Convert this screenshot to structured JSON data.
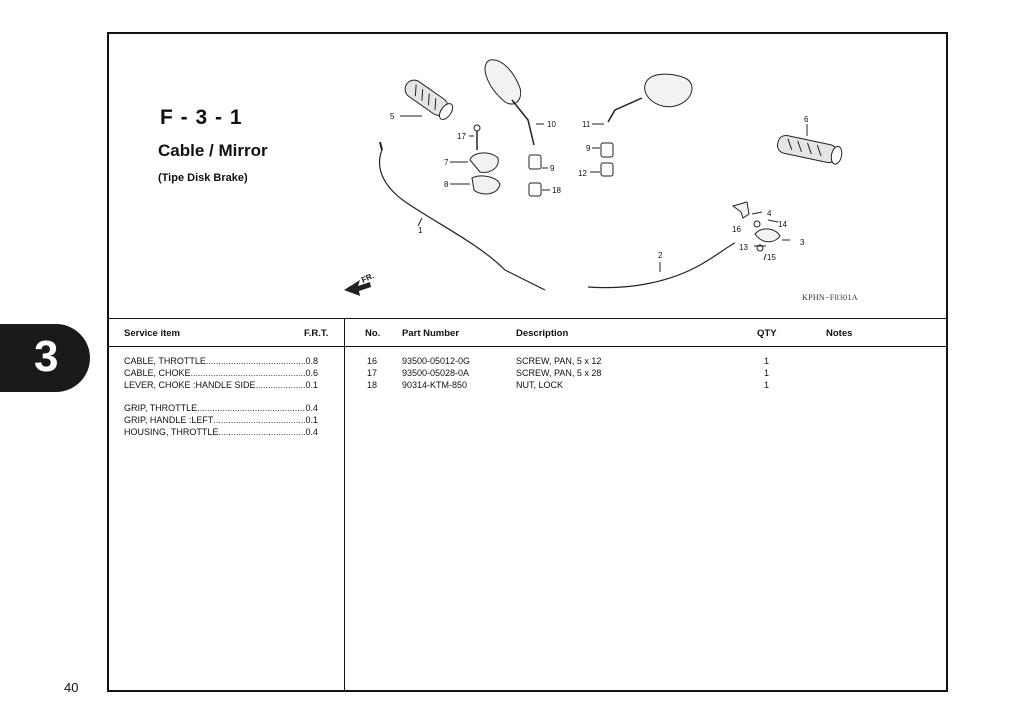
{
  "page_number": "40",
  "chapter_tab": "3",
  "section": {
    "code": "F - 3 - 1",
    "title": "Cable / Mirror",
    "subtitle": "(Tipe Disk Brake)"
  },
  "diagram": {
    "figure_code": "KPHN−F0301A",
    "front_label": "FR.",
    "callouts": [
      "1",
      "2",
      "3",
      "4",
      "5",
      "6",
      "7",
      "8",
      "9",
      "9",
      "10",
      "11",
      "12",
      "13",
      "14",
      "15",
      "16",
      "17",
      "18"
    ]
  },
  "service_table": {
    "headers": {
      "item": "Service item",
      "frt": "F.R.T."
    },
    "rows": [
      {
        "name": "CABLE, THROTTLE",
        "value": "0.8"
      },
      {
        "name": "CABLE, CHOKE",
        "value": "0.6"
      },
      {
        "name": "LEVER, CHOKE :HANDLE SIDE",
        "value": "0.1"
      },
      {
        "name": "GRIP, THROTTLE",
        "value": "0.4"
      },
      {
        "name": "GRIP, HANDLE :LEFT",
        "value": "0.1"
      },
      {
        "name": "HOUSING, THROTTLE",
        "value": "0.4"
      }
    ]
  },
  "parts_table": {
    "headers": {
      "no": "No.",
      "part_number": "Part Number",
      "description": "Description",
      "qty": "QTY",
      "notes": "Notes"
    },
    "rows": [
      {
        "no": "16",
        "part_number": "93500-05012-0G",
        "description": "SCREW, PAN, 5 x 12",
        "qty": "1",
        "notes": ""
      },
      {
        "no": "17",
        "part_number": "93500-05028-0A",
        "description": "SCREW, PAN, 5 x 28",
        "qty": "1",
        "notes": ""
      },
      {
        "no": "18",
        "part_number": "90314-KTM-850",
        "description": "NUT, LOCK",
        "qty": "1",
        "notes": ""
      }
    ]
  }
}
